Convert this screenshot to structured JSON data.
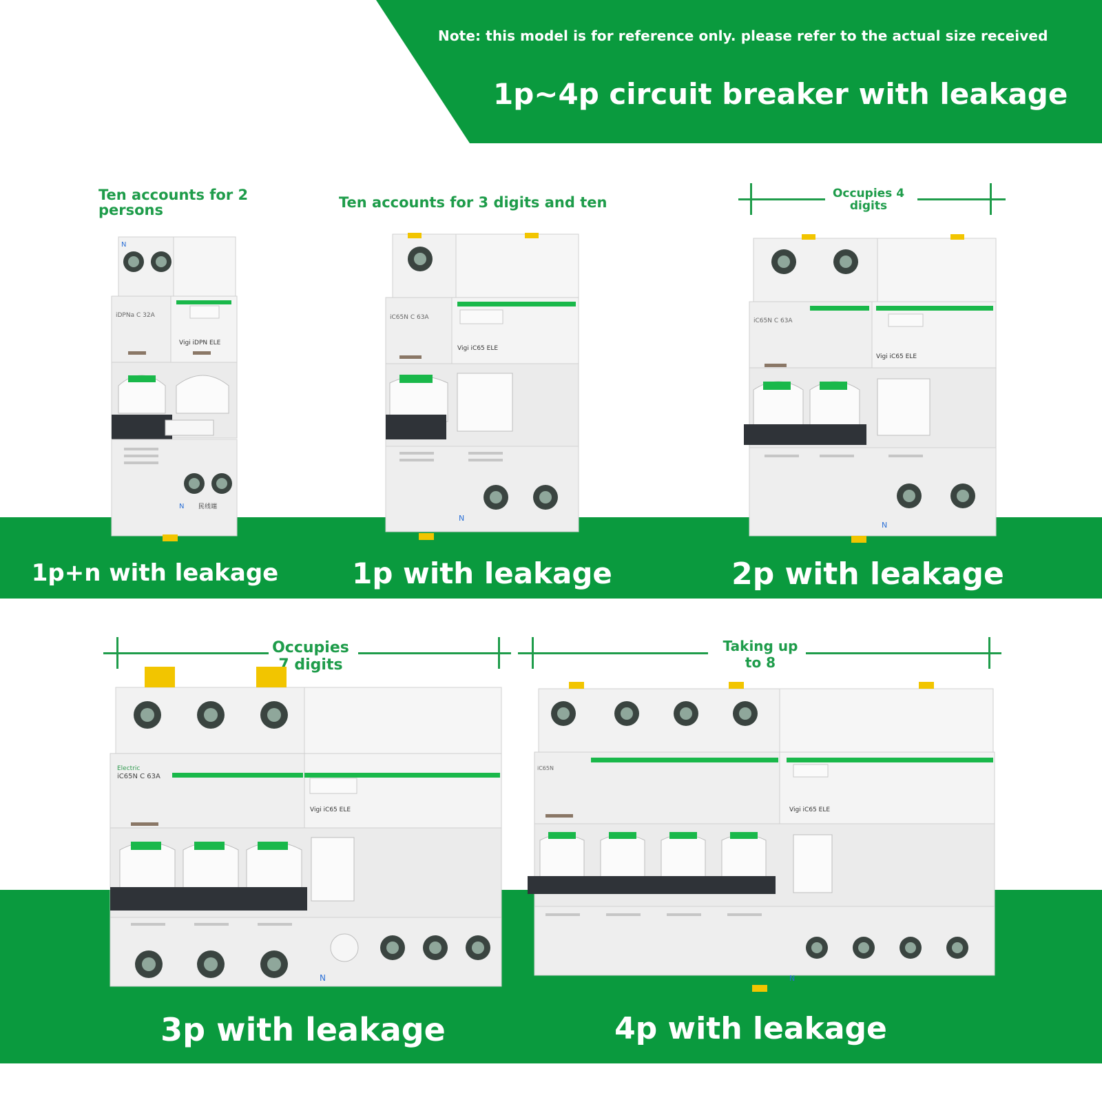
{
  "header": {
    "note": "Note: this model is for reference only. please refer to the actual size received",
    "title": "1p~4p circuit breaker with leakage"
  },
  "annotations": {
    "one_p_n": "Ten accounts for 2\npersons",
    "one_p": "Ten accounts for 3 digits and ten",
    "two_p": "Occupies 4\ndigits",
    "three_p": "Occupies\n7 digits",
    "four_p": "Taking up\nto 8"
  },
  "products": [
    {
      "label": "1p+n with leakage",
      "breaker_model": "iDPNa C 32A",
      "vigi_model": "Vigi iDPN ELE",
      "neutral_mark": "N",
      "side_text": "⺠线端"
    },
    {
      "label": "1p with leakage",
      "breaker_model": "iC65N C 63A",
      "vigi_model": "Vigi iC65 ELE",
      "neutral_mark": "N"
    },
    {
      "label": "2p with leakage",
      "breaker_model": "iC65N C 63A",
      "vigi_model": "Vigi iC65 ELE",
      "neutral_mark": "N"
    },
    {
      "label": "3p with leakage",
      "brand": "Electric",
      "breaker_model": "iC65N C 63A",
      "vigi_model": "Vigi iC65 ELE",
      "neutral_mark": "N"
    },
    {
      "label": "4p with leakage",
      "breaker_model": "iC65N",
      "vigi_model": "Vigi iC65 ELE",
      "neutral_mark": "N"
    }
  ],
  "colors": {
    "brand_green": "#0a9a3e",
    "annotation_green": "#1e9c4a",
    "stripe_green": "#19b84a",
    "handle_black": "#2f3338"
  }
}
